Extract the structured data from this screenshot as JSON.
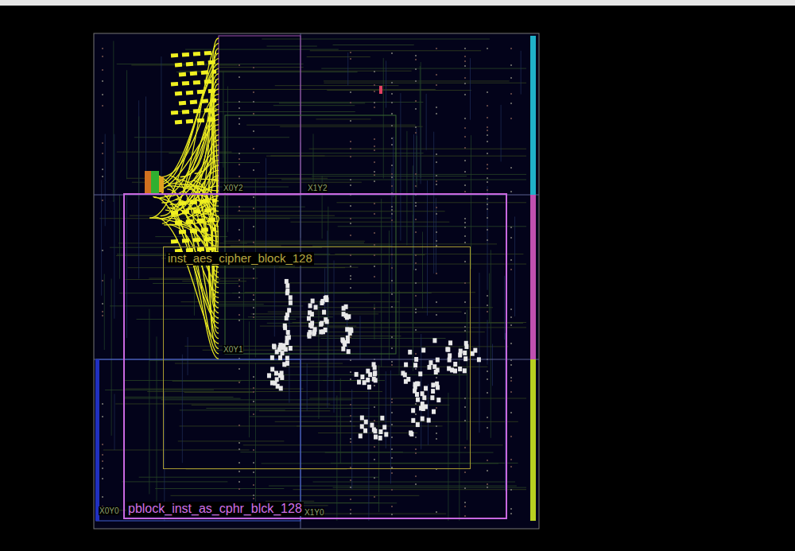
{
  "diagram": {
    "nodes": [
      {
        "text": [
          "pblock_inst_as_cphr_blck_128"
        ]
      },
      {
        "text": [
          "inst_aes_cipher_block_128"
        ],
        "in": 0
      }
    ],
    "labels": [
      "X0Y2",
      "X1Y2",
      "X0Y1",
      "X0Y0",
      "X1Y0"
    ]
  }
}
